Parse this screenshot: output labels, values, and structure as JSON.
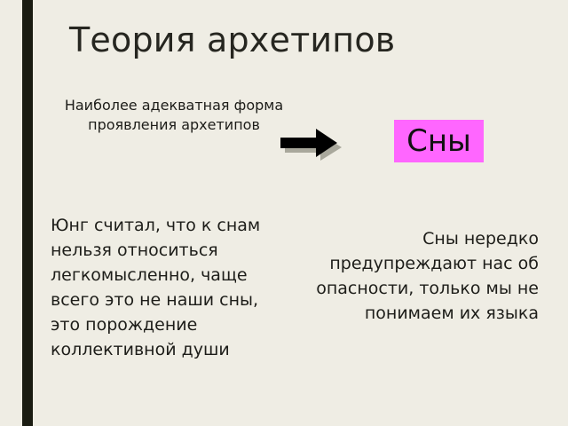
{
  "slide": {
    "title": "Теория архетипов",
    "background_color": "#EFEDE4",
    "accent_bar_color": "#1B1C12",
    "text_color": "#1D1D19"
  },
  "caption_top_left": {
    "text": "Наиболее адекватная форма проявления архетипов"
  },
  "arrow": {
    "icon_name": "right-arrow-icon",
    "color": "#000000",
    "shadow_color": "#A9A89C",
    "direction": "right"
  },
  "dreams_box": {
    "label": "Сны",
    "fill_color": "#FF66FF",
    "label_color": "#111111"
  },
  "body_left": {
    "text": "Юнг считал, что к снам нельзя относиться легкомысленно, чаще всего это не наши сны, это порождение коллективной души"
  },
  "body_right": {
    "text": "Сны нередко предупреждают нас об опасности, только мы не понимаем их языка"
  }
}
